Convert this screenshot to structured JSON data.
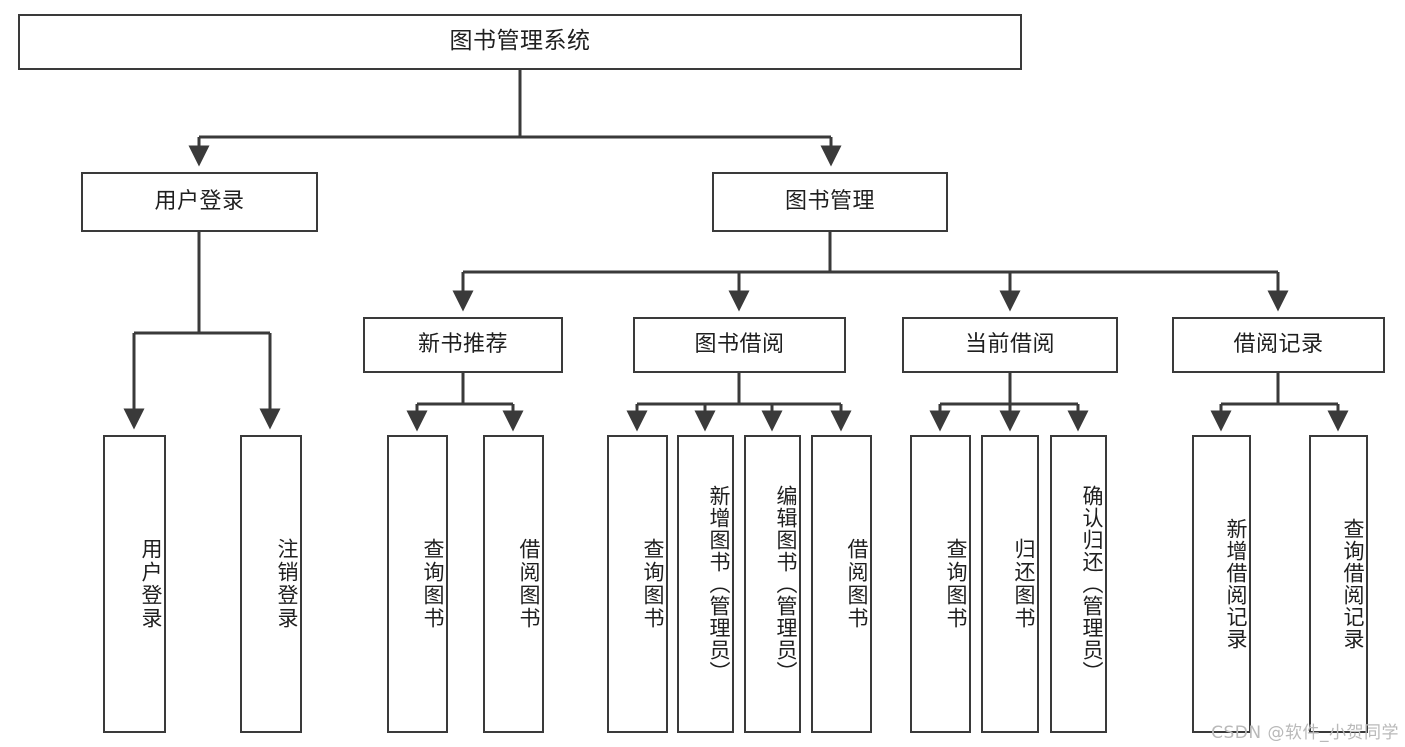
{
  "diagram": {
    "title": "图书管理系统",
    "type": "tree-hierarchy",
    "root": {
      "label": "图书管理系统"
    },
    "level2": [
      {
        "label": "用户登录"
      },
      {
        "label": "图书管理"
      }
    ],
    "level3": [
      {
        "label": "新书推荐"
      },
      {
        "label": "图书借阅"
      },
      {
        "label": "当前借阅"
      },
      {
        "label": "借阅记录"
      }
    ],
    "leaves": {
      "user_login": [
        {
          "label": "用户登录"
        },
        {
          "label": "注销登录"
        }
      ],
      "new_book_recommend": [
        {
          "label": "查询图书"
        },
        {
          "label": "借阅图书"
        }
      ],
      "book_borrow": [
        {
          "label": "查询图书"
        },
        {
          "label": "新增图书（管理员）"
        },
        {
          "label": "编辑图书（管理员）"
        },
        {
          "label": "借阅图书"
        }
      ],
      "current_borrow": [
        {
          "label": "查询图书"
        },
        {
          "label": "归还图书"
        },
        {
          "label": "确认归还（管理员）"
        }
      ],
      "borrow_record": [
        {
          "label": "新增借阅记录"
        },
        {
          "label": "查询借阅记录"
        }
      ]
    }
  },
  "watermark": {
    "text": "CSDN @软件_小贺同学"
  },
  "colors": {
    "stroke": "#3a3a3a",
    "box_fill": "#ffffff",
    "text": "#1f1f1f",
    "watermark": "#b9b9b9",
    "page_background": "#ffffff"
  }
}
